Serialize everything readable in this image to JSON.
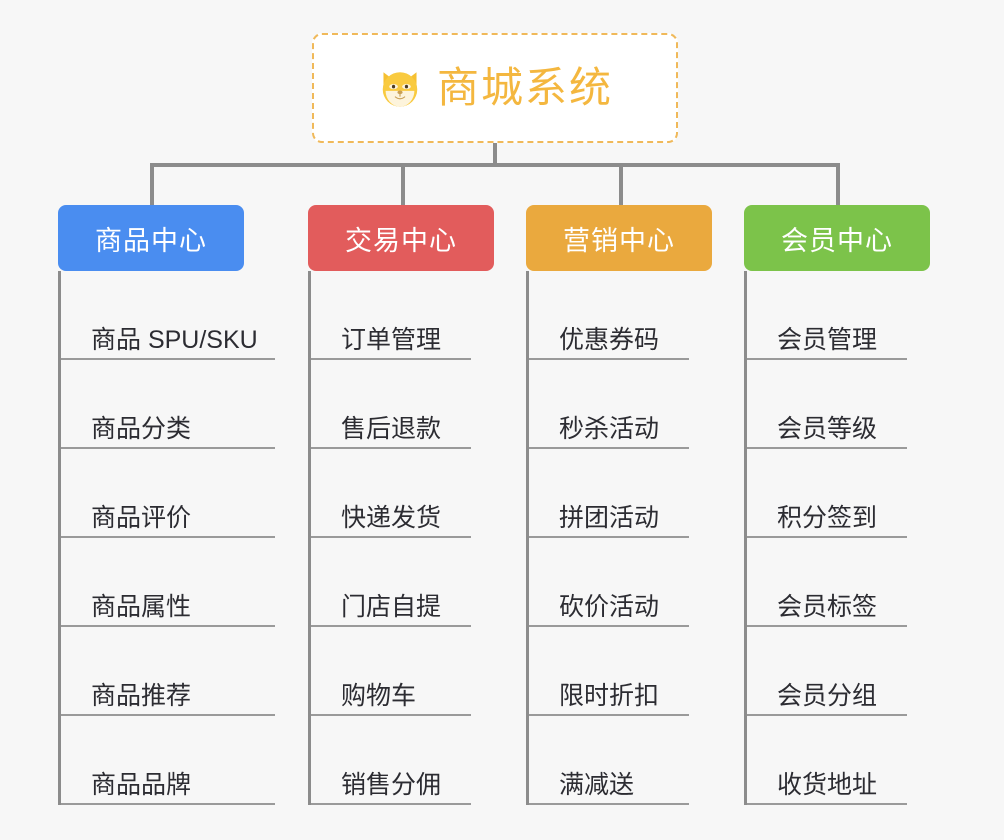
{
  "page": {
    "background_color": "#f7f7f7",
    "line_color": "#8c8c8c"
  },
  "root": {
    "title": "商城系统",
    "icon": "dog-face-icon",
    "text_color": "#f4b73f",
    "border_color": "#f0b95a",
    "background_color": "#ffffff"
  },
  "columns": [
    {
      "title": "商品中心",
      "color": "#4a8df0",
      "items": [
        "商品 SPU/SKU",
        "商品分类",
        "商品评价",
        "商品属性",
        "商品推荐",
        "商品品牌"
      ]
    },
    {
      "title": "交易中心",
      "color": "#e25c5c",
      "items": [
        "订单管理",
        "售后退款",
        "快递发货",
        "门店自提",
        "购物车",
        "销售分佣"
      ]
    },
    {
      "title": "营销中心",
      "color": "#eaa93e",
      "items": [
        "优惠券码",
        "秒杀活动",
        "拼团活动",
        "砍价活动",
        "限时折扣",
        "满减送"
      ]
    },
    {
      "title": "会员中心",
      "color": "#7cc34a",
      "items": [
        "会员管理",
        "会员等级",
        "积分签到",
        "会员标签",
        "会员分组",
        "收货地址"
      ]
    }
  ]
}
